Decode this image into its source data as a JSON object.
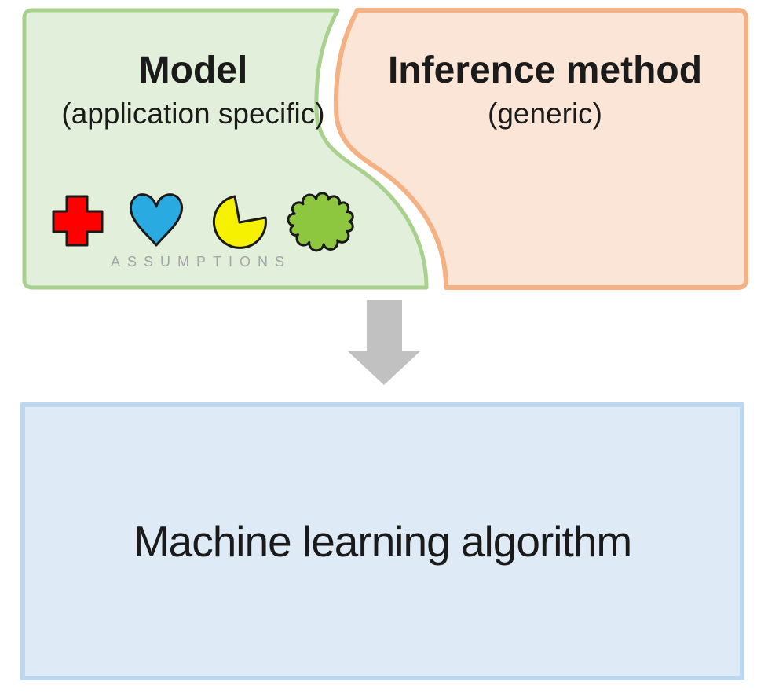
{
  "diagram": {
    "model_box": {
      "title": "Model",
      "subtitle": "(application specific)",
      "assumptions_label": "Assumptions",
      "fill": "#E2EFDA",
      "stroke": "#A9D18E",
      "shapes": [
        {
          "name": "cross-icon",
          "color": "#FF0000"
        },
        {
          "name": "heart-icon",
          "color": "#29ABE2"
        },
        {
          "name": "pacman-icon",
          "color": "#F5F100"
        },
        {
          "name": "cloud-icon",
          "color": "#8DC63F"
        }
      ]
    },
    "inference_box": {
      "title": "Inference method",
      "subtitle": "(generic)",
      "fill": "#FBE5D6",
      "stroke": "#F4B183"
    },
    "arrow": {
      "direction": "down",
      "color": "#C1C1C1"
    },
    "ml_box": {
      "label": "Machine learning algorithm",
      "fill": "#DEEBF7",
      "stroke": "#BDD7EE"
    }
  }
}
